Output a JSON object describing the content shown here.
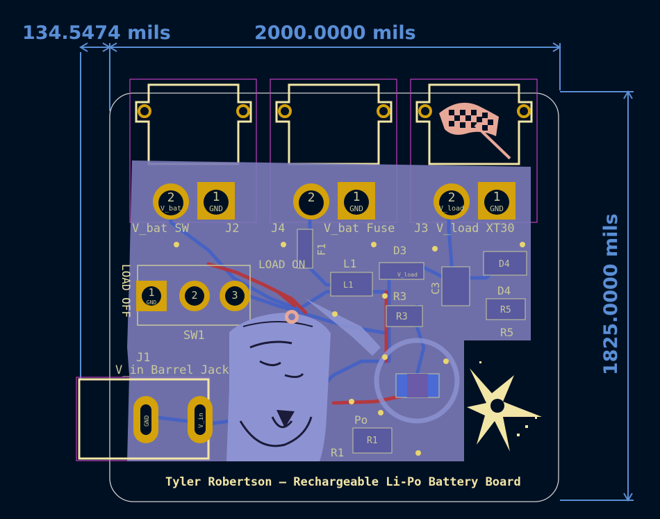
{
  "dimensions": {
    "offset_label": "134.5474 mils",
    "width_label": "2000.0000 mils",
    "height_label": "1825.0000 mils"
  },
  "connectors": {
    "j2": {
      "ref": "J2",
      "value": "V_bat SW",
      "pin2": "2",
      "pin1": "1",
      "pin2_net": "V_bat",
      "pin1_net": "GND"
    },
    "j4": {
      "ref": "J4",
      "value": "V_bat Fuse",
      "pin2": "2",
      "pin1": "1",
      "pin1_net": "GND"
    },
    "j3": {
      "ref": "J3",
      "value": "V_load XT30",
      "pin2": "2",
      "pin1": "1",
      "pin2_net": "V_load",
      "pin1_net": "GND"
    },
    "j1": {
      "ref": "J1",
      "value": "V_in Barrel Jack",
      "pin_gnd": "GND",
      "pin_vin": "V_in"
    }
  },
  "switch": {
    "ref": "SW1",
    "on_label": "LOAD ON",
    "off_label": "LOAD OFF",
    "pins": [
      "1",
      "2",
      "3"
    ],
    "pin1_net": "GND"
  },
  "components": {
    "f1": "F1",
    "l1": "L1",
    "d3": "D3",
    "d3_net": "V_load",
    "d4": "D4",
    "r3": "R3",
    "r5": "R5",
    "r1": "R1",
    "c3": "C3",
    "q_ref": "Po"
  },
  "credit": "Tyler Robertson — Rechargeable Li-Po Battery Board",
  "colors": {
    "background": "#001023",
    "board_edge": "#d0d0d0",
    "courtyard": "#c040c0",
    "silkscreen": "#f2e6a6",
    "pad_gold": "#d4a20a",
    "dimension": "#5a8fd6",
    "copper_fill": "#7a7ab8",
    "trace_blue": "#4060c8",
    "trace_red": "#c03030",
    "flag_logo": "#e8a898"
  }
}
